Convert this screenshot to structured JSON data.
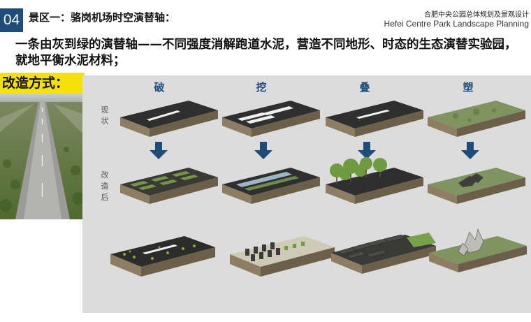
{
  "header": {
    "section_number": "04",
    "section_title": "景区一：骆岗机场时空演替轴：",
    "brand_cn": "合肥中央公园总体规划及景观设计",
    "brand_en": "Hefei Centre Park Landscape Planning"
  },
  "headline": "一条由灰到绿的演替轴——不同强度消解跑道水泥，营造不同地形、时态的生态演替实验园，就地平衡水泥材料；",
  "method_label": "改造方式：",
  "columns": [
    "破",
    "挖",
    "叠",
    "塑"
  ],
  "rows": {
    "current": "现状",
    "after": "改造后"
  },
  "colors": {
    "accent_blue": "#1f4d7a",
    "highlight_yellow": "#f5e00c",
    "panel_gray": "#dcdcdc"
  },
  "icons": {
    "arrow": "down-arrow-icon"
  }
}
